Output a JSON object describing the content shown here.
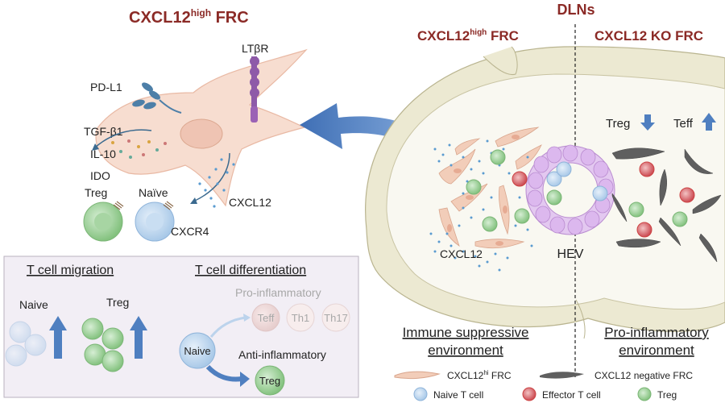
{
  "left_panel": {
    "title_main": "CXCL12",
    "title_sup": "high",
    "title_end": " FRC",
    "receptor_label": "LTβR",
    "pdl1_label": "PD-L1",
    "cytokines": [
      "TGF-β1",
      "IL-10",
      "IDO"
    ],
    "cxcl12_label": "CXCL12",
    "treg_label": "Treg",
    "naive_label": "Naïve",
    "cxcr4_label": "CXCR4"
  },
  "bottom_left": {
    "migration_title": "T cell migration",
    "naive_label": "Naive",
    "treg_label": "Treg",
    "differentiation_title": "T cell differentiation",
    "pro_inflammatory": "Pro-inflammatory",
    "pro_cells": [
      "Teff",
      "Th1",
      "Th17"
    ],
    "naive_cell": "Naive",
    "anti_inflammatory": "Anti-inflammatory",
    "anti_cell": "Treg"
  },
  "right_panel": {
    "title": "DLNs",
    "left_sub_main": "CXCL12",
    "left_sub_sup": "high",
    "left_sub_end": " FRC",
    "right_sub": "CXCL12 KO FRC",
    "treg_label": "Treg",
    "teff_label": "Teff",
    "cxcl12_label": "CXCL12",
    "hev_label": "HEV",
    "env_left_1": "Immune suppressive",
    "env_left_2": "environment",
    "env_right_1": "Pro-inflammatory",
    "env_right_2": "environment"
  },
  "legend": {
    "frc_hi_main": "CXCL12",
    "frc_hi_sup": "hi",
    "frc_hi_end": " FRC",
    "frc_neg": "CXCL12 negative FRC",
    "naive": "Naive T cell",
    "effector": "Effector T cell",
    "treg": "Treg"
  },
  "colors": {
    "title_red": "#8b2a26",
    "frc_pink": "#f7ddd0",
    "naive_blue": "#bcd6ee",
    "treg_green": "#8fca8c",
    "effector_red": "#d9545a",
    "hev_purple": "#e3c8f0",
    "arrow_blue": "#4f7fc0",
    "frc_gray": "#5f5f5f"
  }
}
